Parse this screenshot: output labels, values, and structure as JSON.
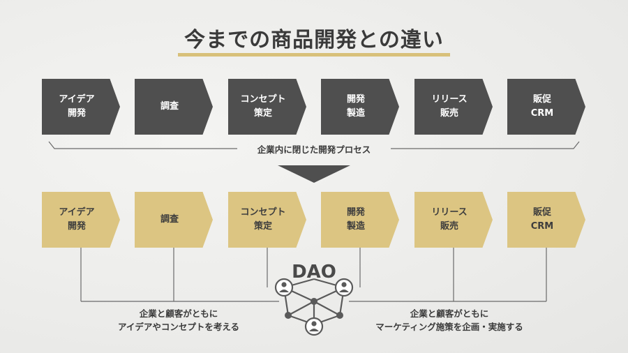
{
  "title": "今までの商品開発との違い",
  "old_process": {
    "steps": [
      "アイデア\n開発",
      "調査",
      "コンセプト\n策定",
      "開発\n製造",
      "リリース\n販売",
      "販促\nCRM"
    ],
    "bracket_label": "企業内に閉じた開発プロセス"
  },
  "new_process": {
    "steps": [
      "アイデア\n開発",
      "調査",
      "コンセプト\n策定",
      "開発\n製造",
      "リリース\n販売",
      "販促\nCRM"
    ],
    "hub_label": "DAO",
    "left_caption": "企業と顧客がともに\nアイデアやコンセプトを考える",
    "right_caption": "企業と顧客がともに\nマーケティング施策を企画・実施する"
  },
  "colors": {
    "dark_step": "#4f4f4f",
    "gold_step": "#dcc582",
    "accent_underline": "#d8c07a",
    "text": "#3a3a3a"
  },
  "icons": [
    "down-arrow-icon",
    "dao-network-icon",
    "person-icon"
  ]
}
